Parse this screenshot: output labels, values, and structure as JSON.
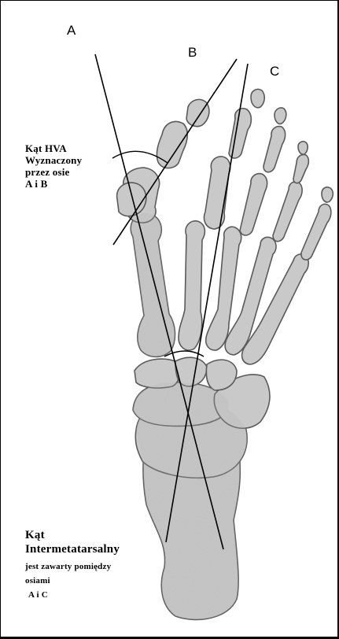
{
  "axes": {
    "a": "A",
    "b": "B",
    "c": "C"
  },
  "hva_note": {
    "line1": "Kąt HVA",
    "line2": "Wyznaczony",
    "line3": "przez osie",
    "line4": "A i B"
  },
  "intermetatarsal_note": {
    "line1": "Kąt",
    "line2": "Intermetatarsalny",
    "line3": "jest zawarty pomiędzy",
    "line4": "osiami",
    "line5": "A i C"
  },
  "colors": {
    "bone_fill": "#c9c9c9",
    "bone_outline": "#5a5a5a",
    "axis_line": "#000000",
    "background": "#ffffff"
  }
}
